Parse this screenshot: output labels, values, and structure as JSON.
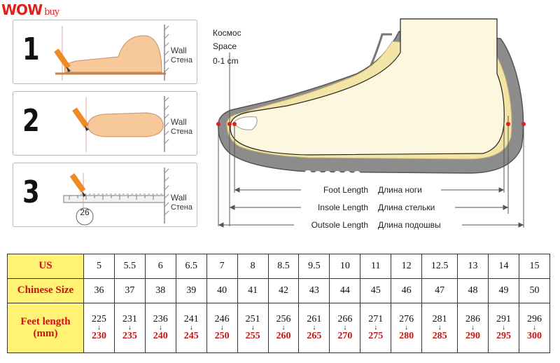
{
  "logo": {
    "brand": "WOW",
    "suffix": "buy"
  },
  "steps": [
    {
      "number": "1",
      "wall": "Wall",
      "wall_ru": "Стена"
    },
    {
      "number": "2",
      "wall": "Wall",
      "wall_ru": "Стена"
    },
    {
      "number": "3",
      "wall": "Wall",
      "wall_ru": "Стена",
      "ruler_value": "26"
    }
  ],
  "diagram": {
    "space_ru": "Космос",
    "space_en": "Space",
    "space_range": "0-1 cm",
    "foot_length": "Foot Length",
    "foot_length_ru": "Длина ноги",
    "insole_length": "Insole Length",
    "insole_length_ru": "Длина стельки",
    "outsole_length": "Outsole Length",
    "outsole_length_ru": "Длина подошвы"
  },
  "size_table": {
    "us_label": "US",
    "cn_label": "Chinese Size",
    "feet_label_1": "Feet length",
    "feet_label_2": "(mm)",
    "us": [
      "5",
      "5.5",
      "6",
      "6.5",
      "7",
      "8",
      "8.5",
      "9.5",
      "10",
      "11",
      "12",
      "12.5",
      "13",
      "14",
      "15"
    ],
    "cn": [
      "36",
      "37",
      "38",
      "39",
      "40",
      "41",
      "42",
      "43",
      "44",
      "45",
      "46",
      "47",
      "48",
      "49",
      "50"
    ],
    "feet_from": [
      "225",
      "231",
      "236",
      "241",
      "246",
      "251",
      "256",
      "261",
      "266",
      "271",
      "276",
      "281",
      "286",
      "291",
      "296"
    ],
    "feet_to": [
      "230",
      "235",
      "240",
      "245",
      "250",
      "255",
      "260",
      "265",
      "270",
      "275",
      "280",
      "285",
      "290",
      "295",
      "300"
    ]
  },
  "colors": {
    "header_bg": "#fff275",
    "header_text": "#d01010",
    "mm_text": "#c01818",
    "insole": "#f3e4a8",
    "sole": "#8c8c8c"
  }
}
